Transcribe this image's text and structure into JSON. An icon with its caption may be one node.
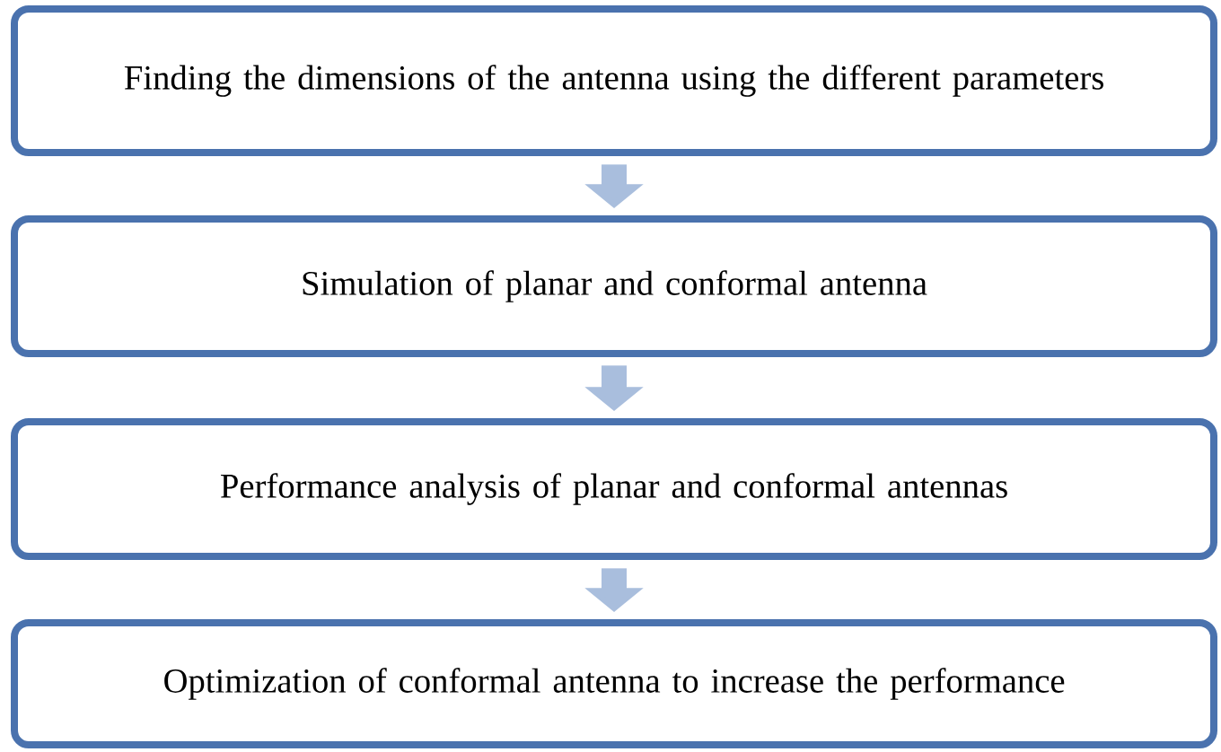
{
  "diagram": {
    "nodes": [
      {
        "text": [
          "Finding the dimensions of the antenna using the different parameters"
        ]
      },
      {
        "text": [
          "Simulation of planar and conformal antenna"
        ]
      },
      {
        "text": [
          "Performance analysis of planar and conformal antennas"
        ]
      },
      {
        "text": [
          "Optimization of conformal antenna to increase the performance"
        ]
      }
    ],
    "edges": [
      {
        "from": 0,
        "to": 1,
        "arrow": "to"
      },
      {
        "from": 1,
        "to": 2,
        "arrow": "to"
      },
      {
        "from": 2,
        "to": 3,
        "arrow": "to"
      }
    ]
  }
}
